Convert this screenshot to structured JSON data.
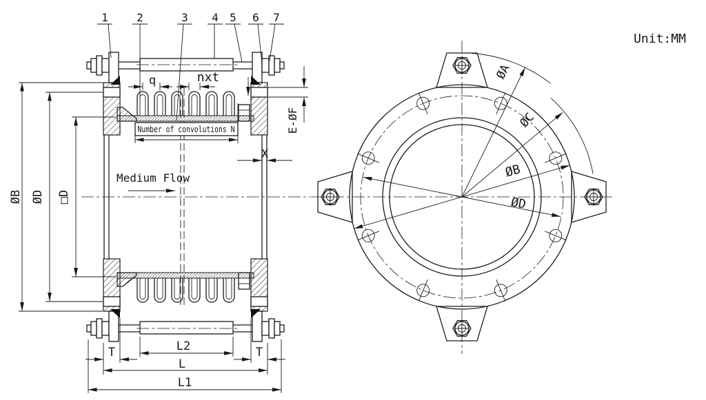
{
  "title_block": {
    "unit_label": "Unit:MM"
  },
  "callouts": [
    "1",
    "2",
    "3",
    "4",
    "5",
    "6",
    "7"
  ],
  "side_view": {
    "flow_label": "Medium Flow",
    "convolutions_note": "Number of convolutions N",
    "dim_pitch": "q",
    "dim_layers": "nxt",
    "dim_wall": "X",
    "dim_bolt_holes": "E-ØF",
    "dim_outer_diameter": "ØB",
    "dim_bolt_circle": "ØD",
    "dim_bore": "□D",
    "dim_sleeve_length": "L2",
    "dim_face_length": "L",
    "dim_flange_thickness": "T",
    "dim_overall_length": "L1"
  },
  "front_view": {
    "dim_lug_outer_diameter": "ØA",
    "dim_lug_bolt_circle": "ØC",
    "dim_flange_outer_diameter": "ØB",
    "dim_bolt_circle": "ØD"
  }
}
